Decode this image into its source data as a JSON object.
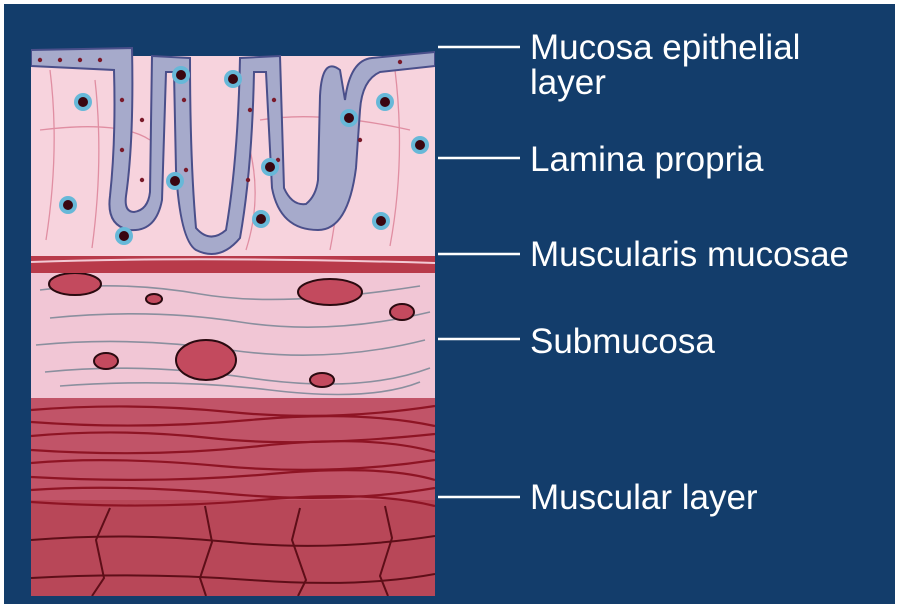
{
  "labels": {
    "mucosa_epithelial_line1": "Mucosa epithelial",
    "mucosa_epithelial_line2": "layer",
    "lamina_propria": "Lamina propria",
    "muscularis_mucosae": "Muscularis mucosae",
    "submucosa": "Submucosa",
    "muscular_layer": "Muscular layer"
  },
  "colors": {
    "background": "#133d6b",
    "label_text": "#ffffff",
    "lamina": "#f7d3dd",
    "epithelium": "#a6aacb",
    "submucosa": "#f1c6d5",
    "muscle": "#b84758",
    "muscle_line": "#8e1424"
  }
}
